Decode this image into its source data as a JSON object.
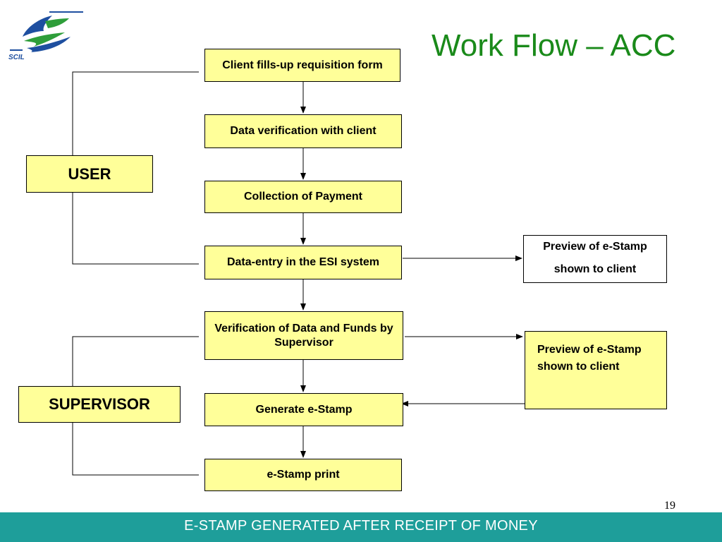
{
  "title": "Work Flow – ACC",
  "logo_text": "SCIL",
  "roles": {
    "user": "USER",
    "supervisor": "SUPERVISOR"
  },
  "steps": [
    "Client fills-up requisition form",
    "Data verification with client",
    "Collection of Payment",
    "Data-entry in the ESI system",
    "Verification of Data and Funds by Supervisor",
    "Generate e-Stamp",
    "e-Stamp print"
  ],
  "previews": {
    "first": {
      "line1": "Preview of e-Stamp",
      "line2": "shown to client"
    },
    "second": "Preview of e-Stamp shown to client"
  },
  "page_number": "19",
  "footer": "E-STAMP GENERATED AFTER RECEIPT OF MONEY",
  "colors": {
    "box_fill": "#ffff99",
    "title": "#1a8a1a",
    "footer_bar": "#1e9e9a",
    "logo_blue": "#1e4fa0",
    "logo_green": "#2e9e3a"
  }
}
